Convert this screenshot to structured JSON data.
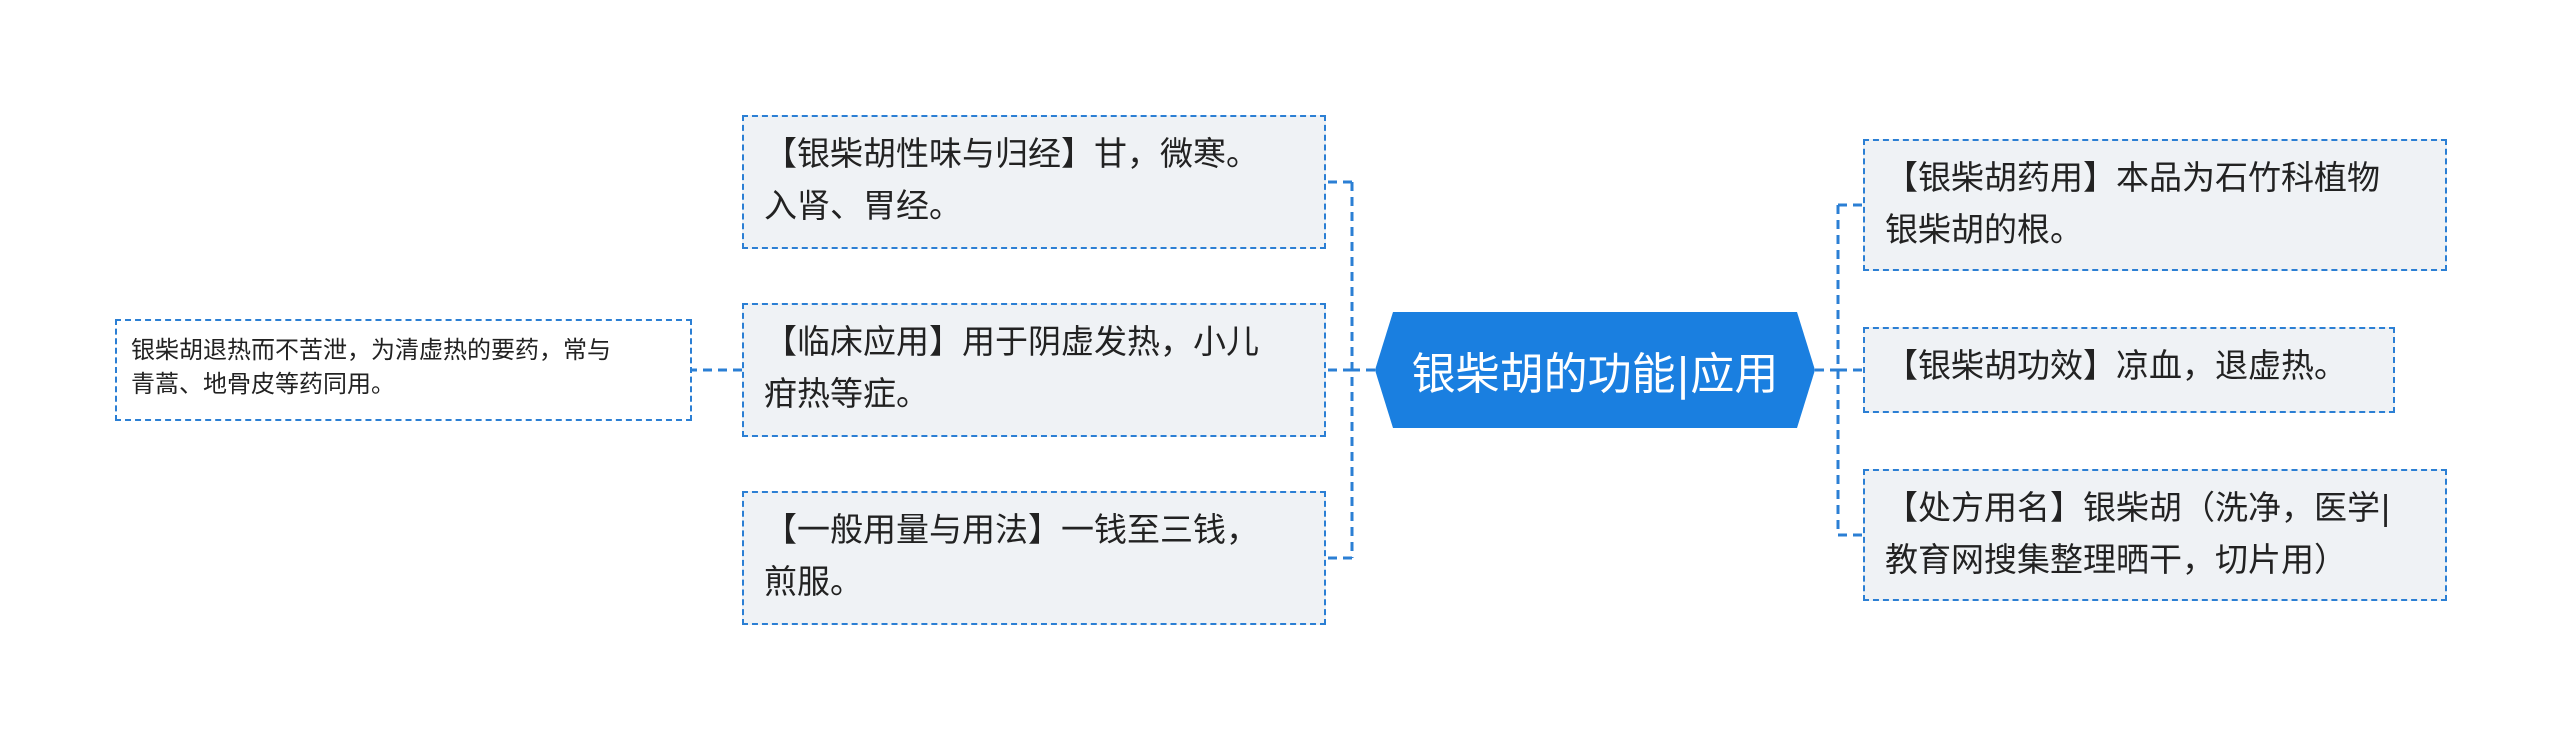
{
  "colors": {
    "root_fill": "#1a7fe0",
    "link": "#2b7fd4",
    "node_fill": "#eff2f5",
    "node_border": "#2b7fd4"
  },
  "root": {
    "label": "银柴胡的功能|应用"
  },
  "left_nodes": [
    {
      "line1": "【银柴胡性味与归经】甘，微寒。",
      "line2": "入肾、胃经。"
    },
    {
      "line1": "【临床应用】用于阴虚发热，小儿",
      "line2": "疳热等症。"
    },
    {
      "line1": "【一般用量与用法】一钱至三钱，",
      "line2": "煎服。"
    }
  ],
  "detail_node": {
    "line1": "银柴胡退热而不苦泄，为清虚热的要药，常与",
    "line2": "青蒿、地骨皮等药同用。"
  },
  "right_nodes": [
    {
      "line1": "【银柴胡药用】本品为石竹科植物",
      "line2": "银柴胡的根。"
    },
    {
      "line1": "【银柴胡功效】凉血，退虚热。",
      "line2": ""
    },
    {
      "line1": "【处方用名】银柴胡（洗净，医学|",
      "line2": "教育网搜集整理晒干，切片用）"
    }
  ]
}
